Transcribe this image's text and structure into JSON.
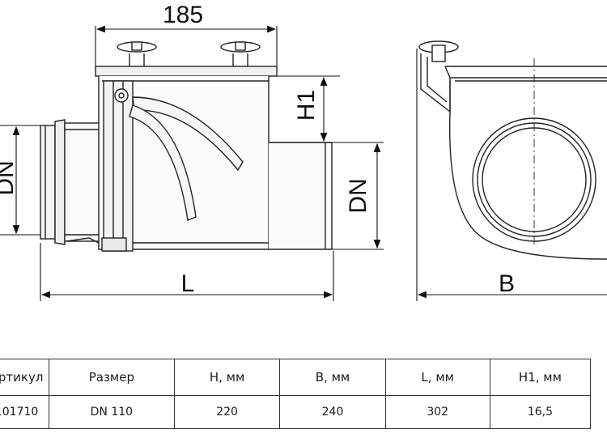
{
  "dimensions": {
    "top_width": "185",
    "h1": "H1",
    "dn_left": "DN",
    "dn_right": "DN",
    "length": "L",
    "width": "B"
  },
  "table": {
    "headers": [
      "Артикул",
      "Размер",
      "H, мм",
      "B, мм",
      "L, мм",
      "H1, мм"
    ],
    "rows": [
      [
        "101710",
        "DN 110",
        "220",
        "240",
        "302",
        "16,5"
      ]
    ]
  }
}
